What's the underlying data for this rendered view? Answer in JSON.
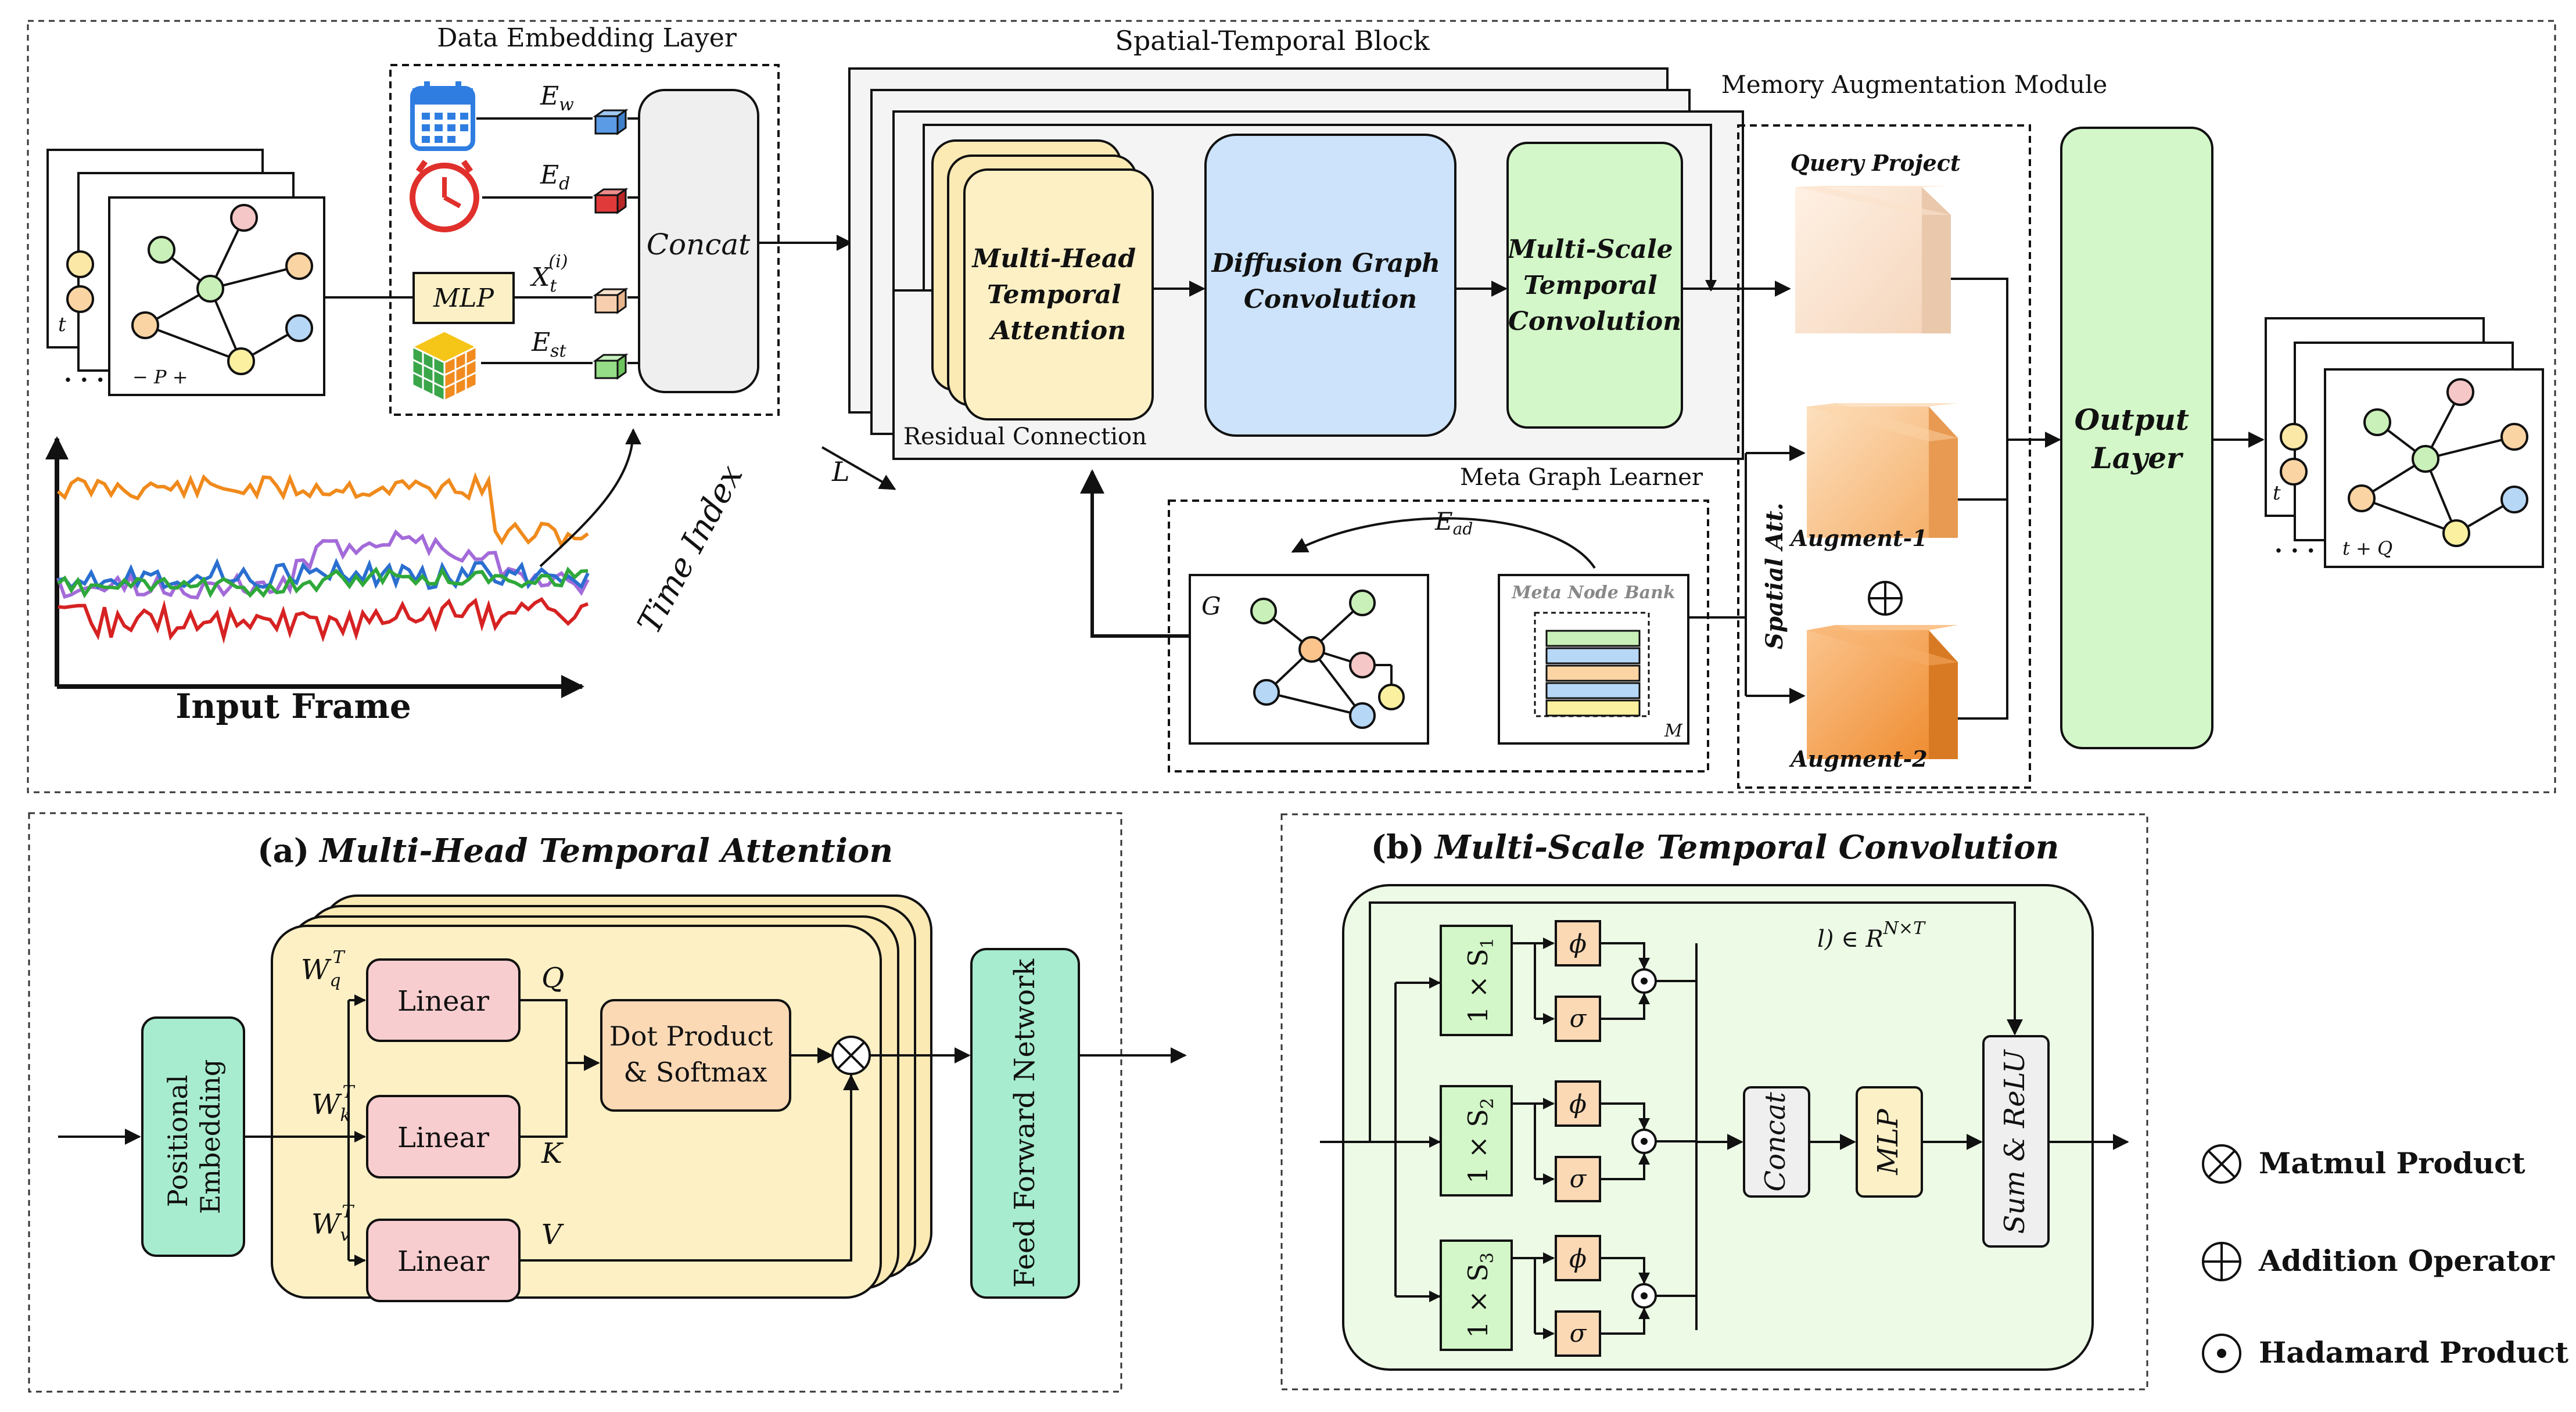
{
  "top": {
    "embedding_title": "Data Embedding Layer",
    "st_block_title": "Spatial-Temporal Block",
    "memory_title": "Memory Augmentation Module",
    "meta_graph_title": "Meta Graph Learner",
    "concat_label": "Concat",
    "mlp_label": "MLP",
    "embeddings": [
      {
        "label": "E",
        "sub": "w"
      },
      {
        "label": "E",
        "sub": "d"
      },
      {
        "label": "X",
        "sub": "t",
        "sup": "(i)"
      },
      {
        "label": "E",
        "sub": "st"
      }
    ],
    "input_frame_label": "Input Frame",
    "time_index_label": "Time Index",
    "input_frame_t": "t",
    "input_frame_p": "− P +",
    "mhta_lines": [
      "Multi-Head",
      "Temporal",
      "Attention"
    ],
    "dgc_lines": [
      "Diffusion Graph",
      "Convolution"
    ],
    "mstc_lines": [
      "Multi-Scale",
      "Temporal",
      "Convolution"
    ],
    "residual_label": "Residual Connection",
    "layers_label": "L",
    "query_project_label": "Query Project",
    "spatial_att_label": "Spatial Att.",
    "augment1_label": "Augment-1",
    "augment2_label": "Augment-2",
    "output_lines": [
      "Output",
      "Layer"
    ],
    "graph_label": "G",
    "edge_label": "E",
    "edge_sub": "ad",
    "meta_node_bank_label": "Meta Node Bank",
    "meta_m_label": "M",
    "output_frame_t": "t",
    "output_frame_q": "t + Q"
  },
  "panel_a": {
    "title_prefix": "(a)",
    "title": "Multi-Head Temporal Attention",
    "positional_lines": [
      "Positional",
      "Embedding"
    ],
    "linear_label": "Linear",
    "wq": {
      "label": "W",
      "sub": "q",
      "sup": "T"
    },
    "wk": {
      "label": "W",
      "sub": "k",
      "sup": "T"
    },
    "wv": {
      "label": "W",
      "sub": "v",
      "sup": "T"
    },
    "q_label": "Q",
    "k_label": "K",
    "v_label": "V",
    "dot_lines": [
      "Dot Product",
      "& Softmax"
    ],
    "ffn_label": "Feed Forward Network"
  },
  "panel_b": {
    "title_prefix": "(b)",
    "title": "Multi-Scale Temporal Convolution",
    "scales": [
      {
        "label": "1 × S",
        "sub": "1"
      },
      {
        "label": "1 × S",
        "sub": "2"
      },
      {
        "label": "1 × S",
        "sub": "3"
      }
    ],
    "phi_label": "ϕ",
    "sigma_label": "σ",
    "concat_label": "Concat",
    "mlp_label": "MLP",
    "sum_relu_label": "Sum & ReLU",
    "formula": "l) ∈ R",
    "formula_sup": "N×T"
  },
  "legend": [
    {
      "symbol": "⊗",
      "label": "Matmul Product"
    },
    {
      "symbol": "⊕",
      "label": "Addition Operator"
    },
    {
      "symbol": "⊙",
      "label": "Hadamard Product"
    }
  ],
  "colors": {
    "yellow": "#fdf0c4",
    "blue": "#cce3fb",
    "green": "#d3f7c8",
    "mint": "#a7eccf",
    "pink": "#f8cdcf",
    "peach": "#fbd9b5",
    "lightgreen": "#edfbe6"
  }
}
